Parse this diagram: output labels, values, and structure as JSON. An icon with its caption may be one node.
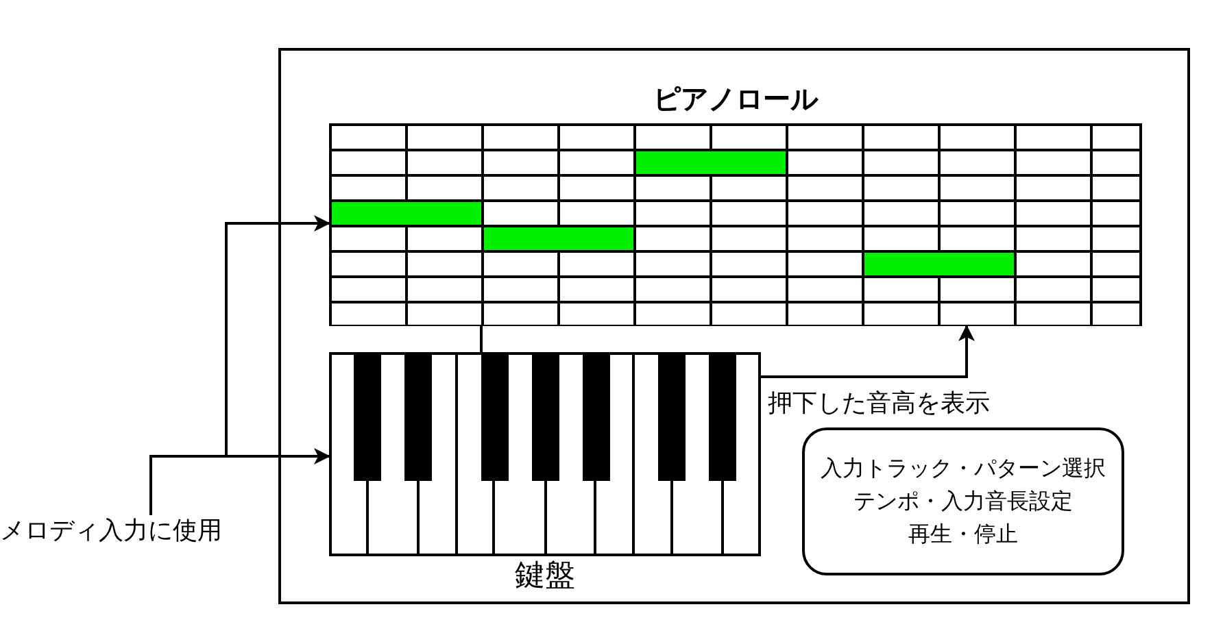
{
  "diagram": {
    "nodes": [
      {
        "text": [],
        "shape": "box"
      },
      {
        "text": [
          "ピアノロール"
        ],
        "in": 0
      },
      {
        "text": [
          "鍵盤"
        ],
        "in": 0
      },
      {
        "text": [
          "入力トラック・パターン選択",
          "テンポ・入力音長設定",
          "再生・停止"
        ],
        "in": 0
      },
      {
        "text": [
          "メロディ入力に使用"
        ]
      }
    ],
    "edges": [
      {
        "from": 4,
        "to": 2,
        "arrow": "to"
      },
      {
        "from": 4,
        "to": 1,
        "arrow": "to"
      },
      {
        "from": 2,
        "to": 1,
        "arrow": "to",
        "label": "押下した音高を表示"
      },
      {
        "from": 1,
        "to": 2,
        "arrow": "none"
      }
    ]
  }
}
